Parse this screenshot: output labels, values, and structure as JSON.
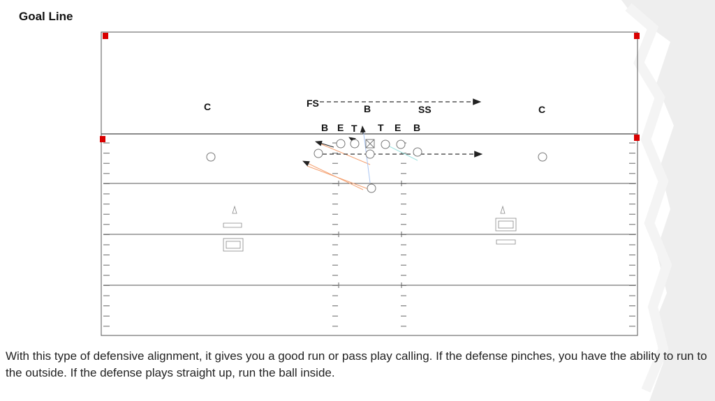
{
  "title": "Goal Line",
  "caption": "With this type of defensive alignment, it gives you a good run or pass play calling. If the defense pinches, you have the ability to run to the outside. If the defense plays straight up, run the ball inside.",
  "defense": {
    "cb_left": "C",
    "free_safety": "FS",
    "mike": "B",
    "strong_safety": "SS",
    "cb_right": "C",
    "line": [
      "B",
      "E",
      "T",
      "T",
      "E",
      "B"
    ]
  },
  "colors": {
    "pylon": "#d90000",
    "field_line": "#555555",
    "route": "#333333",
    "block_orange": "#f4a070",
    "block_blue": "#a9c4f2",
    "block_teal": "#9ee3e0"
  }
}
